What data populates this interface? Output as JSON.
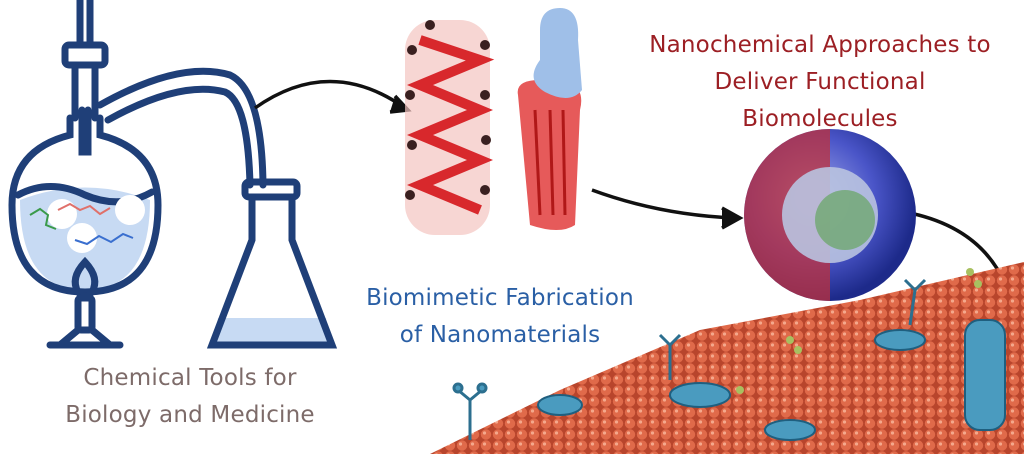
{
  "labels": {
    "chemical_tools": [
      "Chemical Tools for",
      "Biology and Medicine"
    ],
    "biomimetic": [
      "Biomimetic Fabrication",
      "of Nanomaterials"
    ],
    "nanochemical": [
      "Nanochemical Approaches to",
      "Deliver Functional Biomolecules"
    ]
  },
  "colors": {
    "glassware": "#1f3f78",
    "liquid": "#c7daf3",
    "chemical_label": "#7d6b69",
    "biomimetic_label": "#2a5fa5",
    "nanochemical_label": "#9c1f24",
    "membrane": "#d9573c",
    "protein": "#4a9bbf"
  }
}
